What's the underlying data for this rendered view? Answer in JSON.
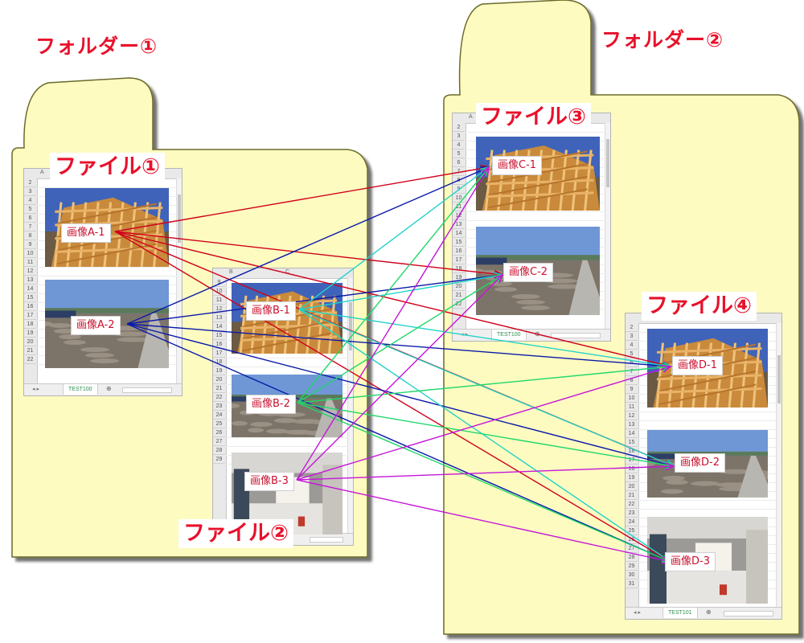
{
  "folders": [
    {
      "id": "folder1",
      "title": "フォルダー①"
    },
    {
      "id": "folder2",
      "title": "フォルダー②"
    }
  ],
  "files": [
    {
      "id": "file1",
      "title": "ファイル①",
      "sheet_tab": "TEST100",
      "col_headers": [
        "A"
      ],
      "rows": [
        "2",
        "3",
        "4",
        "5",
        "6",
        "7",
        "8",
        "9",
        "10",
        "11",
        "12",
        "13",
        "14",
        "15",
        "16",
        "17",
        "18",
        "19",
        "20",
        "21",
        "22"
      ]
    },
    {
      "id": "file2",
      "title": "ファイル②",
      "sheet_tab": "",
      "col_headers": [
        "B",
        "C"
      ],
      "rows": [
        "9",
        "10",
        "11",
        "12",
        "13",
        "14",
        "15",
        "16",
        "17",
        "18",
        "19",
        "20",
        "21",
        "22",
        "23",
        "24",
        "25",
        "26",
        "27",
        "28",
        "29"
      ]
    },
    {
      "id": "file3",
      "title": "ファイル③",
      "sheet_tab": "TEST100",
      "col_headers": [
        "A"
      ],
      "rows": [
        "2",
        "3",
        "4",
        "5",
        "6",
        "7",
        "8",
        "9",
        "10",
        "11",
        "12",
        "13",
        "14",
        "15",
        "16",
        "17",
        "18",
        "19",
        "20",
        "21",
        "22"
      ]
    },
    {
      "id": "file4",
      "title": "ファイル④",
      "sheet_tab": "TEST101",
      "col_headers": [],
      "rows": [
        "2",
        "3",
        "4",
        "5",
        "6",
        "7",
        "8",
        "9",
        "10",
        "11",
        "12",
        "13",
        "14",
        "15",
        "16",
        "17",
        "18",
        "19",
        "20",
        "21",
        "22",
        "23",
        "24",
        "25",
        "26",
        "27",
        "28",
        "29",
        "30",
        "31"
      ]
    }
  ],
  "images": [
    {
      "id": "A1",
      "label": "画像A-1",
      "scene": "frame"
    },
    {
      "id": "A2",
      "label": "画像A-2",
      "scene": "field"
    },
    {
      "id": "B1",
      "label": "画像B-1",
      "scene": "frame"
    },
    {
      "id": "B2",
      "label": "画像B-2",
      "scene": "field"
    },
    {
      "id": "B3",
      "label": "画像B-3",
      "scene": "interior"
    },
    {
      "id": "C1",
      "label": "画像C-1",
      "scene": "frame"
    },
    {
      "id": "C2",
      "label": "画像C-2",
      "scene": "field"
    },
    {
      "id": "D1",
      "label": "画像D-1",
      "scene": "frame"
    },
    {
      "id": "D2",
      "label": "画像D-2",
      "scene": "field"
    },
    {
      "id": "D3",
      "label": "画像D-3",
      "scene": "interior"
    }
  ],
  "links": [
    {
      "from": "A1",
      "to": "C1",
      "color": "#d0021b"
    },
    {
      "from": "A1",
      "to": "C2",
      "color": "#d0021b"
    },
    {
      "from": "A1",
      "to": "D1",
      "color": "#d0021b"
    },
    {
      "from": "A1",
      "to": "D2",
      "color": "#d0021b"
    },
    {
      "from": "A1",
      "to": "D3",
      "color": "#d0021b"
    },
    {
      "from": "A2",
      "to": "C1",
      "color": "#0a1aa8"
    },
    {
      "from": "A2",
      "to": "C2",
      "color": "#0a1aa8"
    },
    {
      "from": "A2",
      "to": "D1",
      "color": "#0a1aa8"
    },
    {
      "from": "A2",
      "to": "D2",
      "color": "#0a1aa8"
    },
    {
      "from": "A2",
      "to": "D3",
      "color": "#0a1aa8"
    },
    {
      "from": "B1",
      "to": "C1",
      "color": "#22d3c8"
    },
    {
      "from": "B1",
      "to": "C2",
      "color": "#22d3c8"
    },
    {
      "from": "B1",
      "to": "D1",
      "color": "#22d3c8"
    },
    {
      "from": "B1",
      "to": "D2",
      "color": "#22d3c8"
    },
    {
      "from": "B1",
      "to": "D3",
      "color": "#22d3c8"
    },
    {
      "from": "B2",
      "to": "C1",
      "color": "#1fd86a"
    },
    {
      "from": "B2",
      "to": "C2",
      "color": "#1fd86a"
    },
    {
      "from": "B2",
      "to": "D1",
      "color": "#1fd86a"
    },
    {
      "from": "B2",
      "to": "D2",
      "color": "#1fd86a"
    },
    {
      "from": "B2",
      "to": "D3",
      "color": "#1fd86a"
    },
    {
      "from": "B3",
      "to": "C1",
      "color": "#c516d8"
    },
    {
      "from": "B3",
      "to": "C2",
      "color": "#c516d8"
    },
    {
      "from": "B3",
      "to": "D1",
      "color": "#c516d8"
    },
    {
      "from": "B3",
      "to": "D2",
      "color": "#c516d8"
    },
    {
      "from": "B3",
      "to": "D3",
      "color": "#c516d8"
    }
  ],
  "colors": {
    "folder_fill": "#fdfbc0",
    "folder_stroke": "#6b6b2a",
    "title_red": "#e8112b",
    "label_text": "#c8102e"
  }
}
